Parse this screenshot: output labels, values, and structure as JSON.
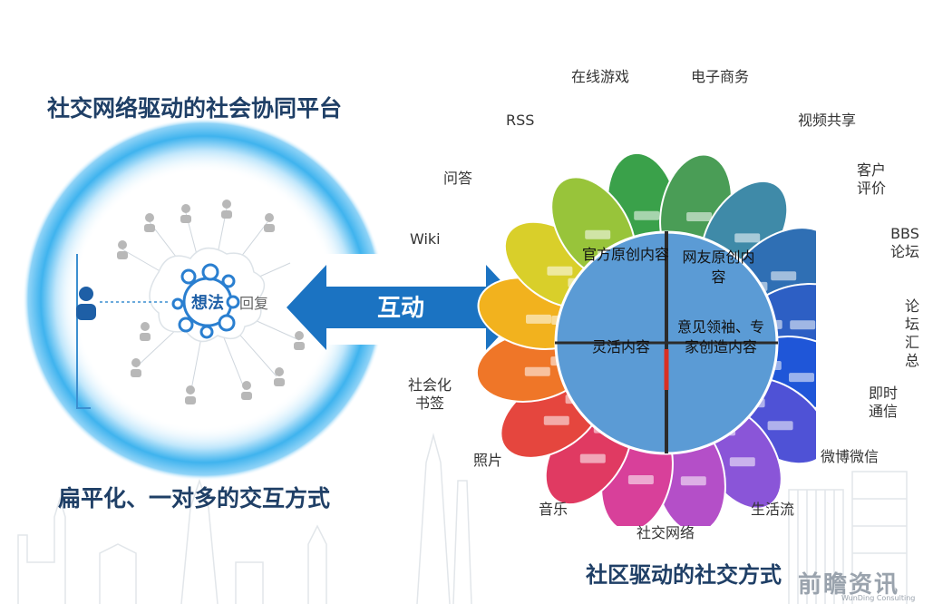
{
  "left": {
    "title": "社交网络驱动的社会协同平台",
    "subtitle": "扁平化、一对多的交互方式",
    "center_label": "想法",
    "reply_label": "回复"
  },
  "center_arrow": {
    "label": "互动"
  },
  "right": {
    "title": "社区驱动的社交方式",
    "petals": [
      {
        "label": "在线游戏",
        "color": "#3aa14a"
      },
      {
        "label": "电子商务",
        "color": "#4a9d56"
      },
      {
        "label": "视频共享",
        "color": "#3f8aa8"
      },
      {
        "label": "客户评价",
        "color": "#2f6fb4"
      },
      {
        "label": "BBS论坛",
        "color": "#2d5fc4"
      },
      {
        "label": "论坛汇总",
        "color": "#1f56d8"
      },
      {
        "label": "即时通信",
        "color": "#4f52d6"
      },
      {
        "label": "微博微信",
        "color": "#8a55d8"
      },
      {
        "label": "生活流",
        "color": "#b44fc8"
      },
      {
        "label": "社交网络",
        "color": "#d8409a"
      },
      {
        "label": "音乐",
        "color": "#e03a62"
      },
      {
        "label": "照片",
        "color": "#e5463e"
      },
      {
        "label": "社会化书签",
        "color": "#ef7628"
      },
      {
        "label": "Wiki",
        "color": "#f2b21e"
      },
      {
        "label": "问答",
        "color": "#d9cf2a"
      },
      {
        "label": "RSS",
        "color": "#98c43a"
      }
    ],
    "quadrants": {
      "top_left": "官方原创内容",
      "top_right": "网友原创内容",
      "bottom_left": "灵活内容",
      "bottom_right": "意见领袖、专家创造内容"
    },
    "quadrant_fill": "#5b9bd5"
  },
  "watermark": {
    "logo_text": "前瞻资讯",
    "sub_text": "WunDing Consulting"
  }
}
